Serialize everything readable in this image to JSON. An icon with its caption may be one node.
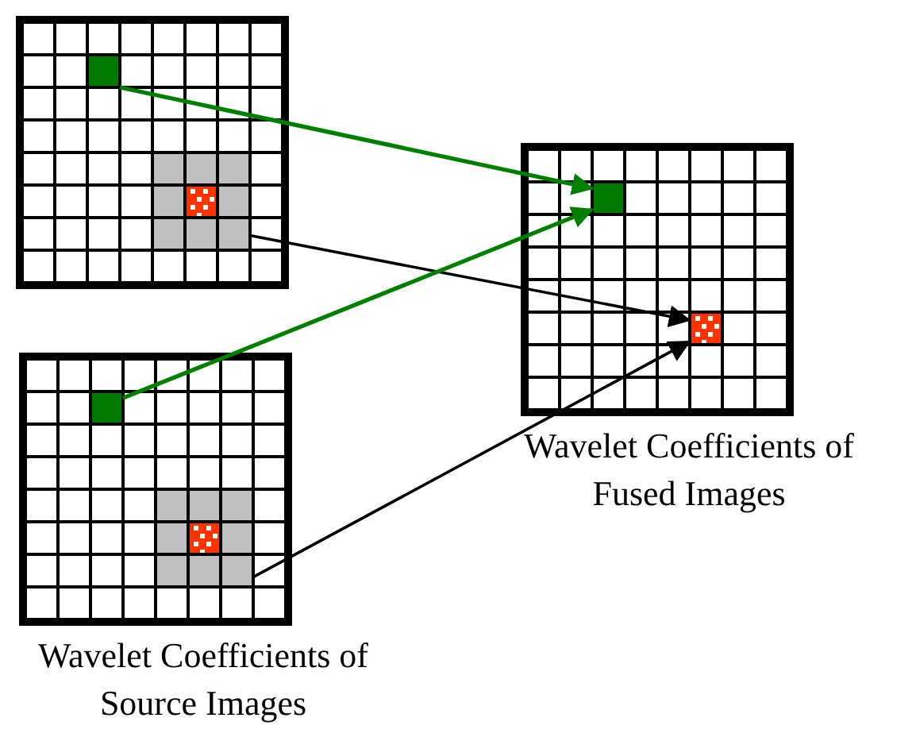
{
  "diagram": {
    "nodes": [
      {
        "text": [],
        "shape": "grid"
      },
      {
        "text": [],
        "shape": "box",
        "in": 0
      },
      {
        "text": [],
        "shape": "box",
        "in": 0
      },
      {
        "text": [],
        "shape": "box",
        "in": 2
      },
      {
        "text": [],
        "shape": "grid"
      },
      {
        "text": [],
        "shape": "box",
        "in": 4
      },
      {
        "text": [],
        "shape": "box",
        "in": 4
      },
      {
        "text": [],
        "shape": "grid"
      },
      {
        "text": [],
        "shape": "box",
        "in": 7
      },
      {
        "text": [],
        "shape": "box",
        "in": 7
      },
      {
        "text": [],
        "shape": "box",
        "in": 9
      }
    ],
    "edges": [
      {
        "from": 1,
        "to": 5,
        "arrow": "to",
        "color": "#008000"
      },
      {
        "from": 2,
        "to": 6,
        "arrow": "to",
        "color": "#000000"
      },
      {
        "from": 8,
        "to": 5,
        "arrow": "to",
        "color": "#008000"
      },
      {
        "from": 9,
        "to": 6,
        "arrow": "to",
        "color": "#000000"
      }
    ],
    "labels": [
      "Wavelet Coefficients of Fused Images",
      "Wavelet Coefficients of Source Images"
    ]
  }
}
